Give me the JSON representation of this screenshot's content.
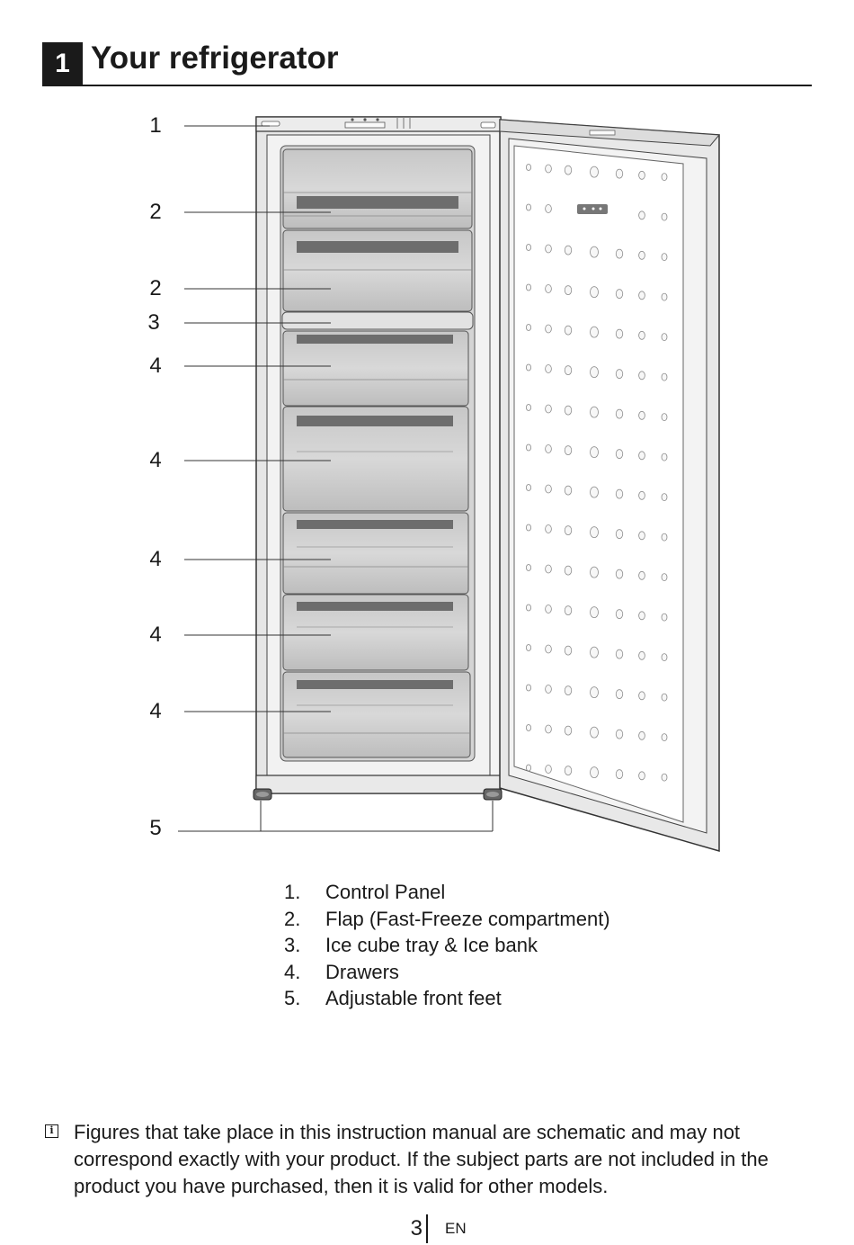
{
  "header": {
    "section_number": "1",
    "title": "Your refrigerator"
  },
  "figure": {
    "callouts": [
      "1",
      "2",
      "2",
      "3",
      "4",
      "4",
      "4",
      "4",
      "4",
      "5"
    ]
  },
  "parts_list": [
    {
      "number": "1.",
      "label": "Control Panel"
    },
    {
      "number": "2.",
      "label": "Flap (Fast-Freeze compartment)"
    },
    {
      "number": "3.",
      "label": "Ice cube tray & Ice bank"
    },
    {
      "number": "4.",
      "label": "Drawers"
    },
    {
      "number": "5.",
      "label": "Adjustable front feet"
    }
  ],
  "note": {
    "icon": "info-icon",
    "text": "Figures that take place in this instruction manual are schematic and may not correspond exactly with your product. If the subject parts are not included in the product you have purchased, then it is valid for other models."
  },
  "footer": {
    "page_number": "3",
    "language": "EN"
  }
}
